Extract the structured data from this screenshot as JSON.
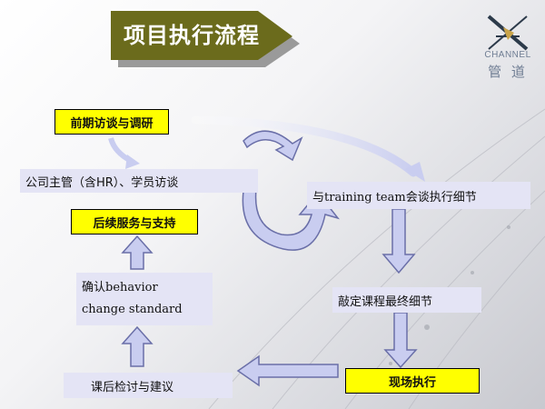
{
  "title": "项目执行流程",
  "logo": {
    "brand": "CHANNEL",
    "chinese": "管 道"
  },
  "steps": {
    "preliminary": "前期访谈与调研",
    "interviews": "公司主管（含HR）、学员访谈",
    "training_team": "与training team会谈执行细节",
    "finalize_course": "敲定课程最终细节",
    "onsite": "现场执行",
    "review": "课后检讨与建议",
    "confirm_line1": "确认behavior",
    "confirm_line2": "change standard",
    "followup": "后续服务与支持"
  },
  "colors": {
    "banner": "#6b6b1c",
    "highlight": "#ffff00",
    "step_box": "#e4e4f5",
    "arrow_fill": "#c9cdf0",
    "arrow_stroke": "#6a6fa8"
  }
}
